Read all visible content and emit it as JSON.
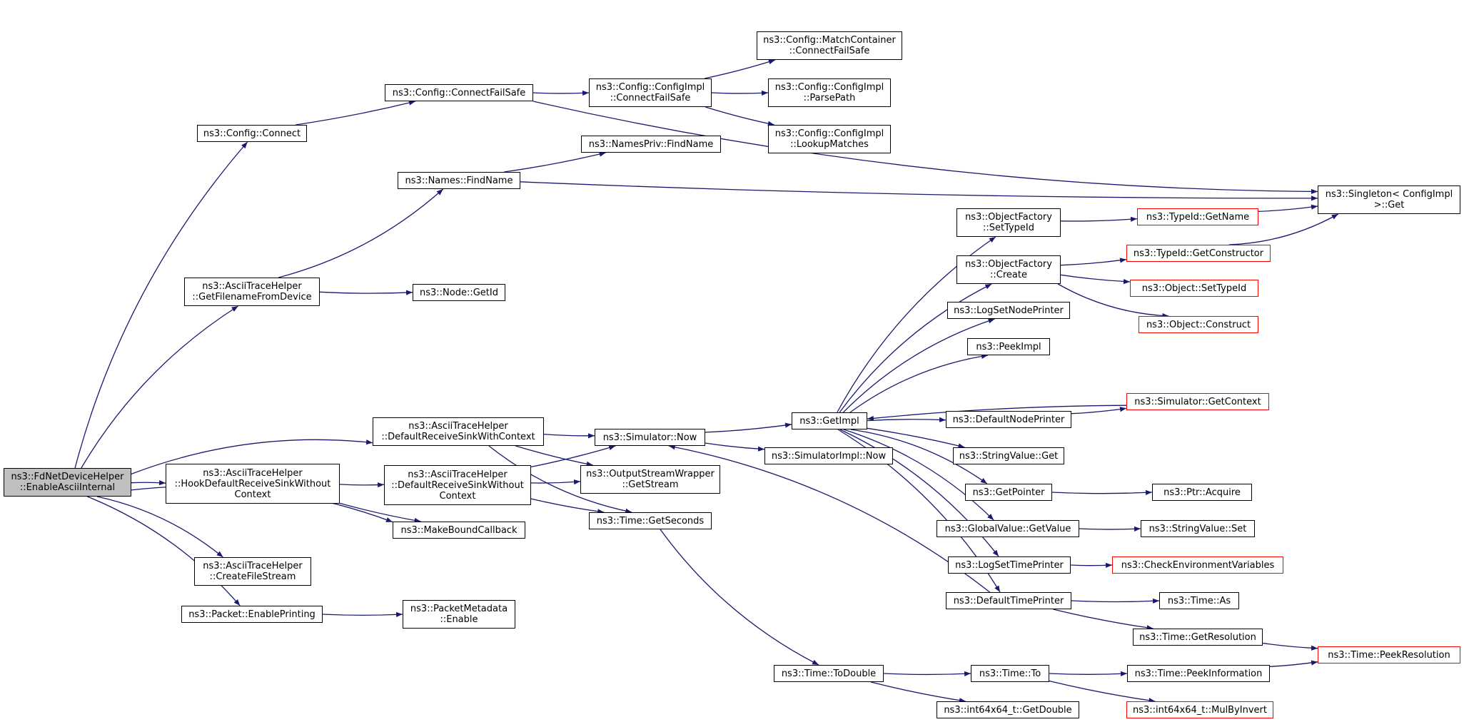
{
  "diagram": {
    "colors": {
      "edge": "#191970",
      "node_border": "#000000",
      "truncated_border": "#ff0000",
      "root_fill": "#bfbfbf"
    },
    "nodes": [
      {
        "id": "root",
        "lines": [
          "ns3::FdNetDeviceHelper",
          "::EnableAsciiInternal"
        ],
        "style": "root"
      },
      {
        "id": "config_connect",
        "lines": [
          "ns3::Config::Connect"
        ]
      },
      {
        "id": "config_connectfailsafe",
        "lines": [
          "ns3::Config::ConnectFailSafe"
        ]
      },
      {
        "id": "configimpl_connectfailsafe",
        "lines": [
          "ns3::Config::ConfigImpl",
          "::ConnectFailSafe"
        ]
      },
      {
        "id": "matchcontainer_connectfailsafe",
        "lines": [
          "ns3::Config::MatchContainer",
          "::ConnectFailSafe"
        ]
      },
      {
        "id": "configimpl_parsepath",
        "lines": [
          "ns3::Config::ConfigImpl",
          "::ParsePath"
        ]
      },
      {
        "id": "configimpl_lookupmatches",
        "lines": [
          "ns3::Config::ConfigImpl",
          "::LookupMatches"
        ]
      },
      {
        "id": "namespriv_findname",
        "lines": [
          "ns3::NamesPriv::FindName"
        ]
      },
      {
        "id": "names_findname",
        "lines": [
          "ns3::Names::FindName"
        ]
      },
      {
        "id": "singleton_get",
        "lines": [
          "ns3::Singleton< ConfigImpl",
          ">::Get"
        ]
      },
      {
        "id": "ascii_getfilename",
        "lines": [
          "ns3::AsciiTraceHelper",
          "::GetFilenameFromDevice"
        ]
      },
      {
        "id": "node_getid",
        "lines": [
          "ns3::Node::GetId"
        ]
      },
      {
        "id": "objectfactory_settypeid",
        "lines": [
          "ns3::ObjectFactory",
          "::SetTypeId"
        ]
      },
      {
        "id": "typeid_getname",
        "lines": [
          "ns3::TypeId::GetName"
        ],
        "style": "red"
      },
      {
        "id": "objectfactory_create",
        "lines": [
          "ns3::ObjectFactory",
          "::Create"
        ]
      },
      {
        "id": "typeid_getconstructor",
        "lines": [
          "ns3::TypeId::GetConstructor"
        ],
        "style": "red"
      },
      {
        "id": "object_settypeid",
        "lines": [
          "ns3::Object::SetTypeId"
        ],
        "style": "red"
      },
      {
        "id": "object_construct",
        "lines": [
          "ns3::Object::Construct"
        ],
        "style": "red"
      },
      {
        "id": "logsetnodeprinter",
        "lines": [
          "ns3::LogSetNodePrinter"
        ]
      },
      {
        "id": "peekimpl",
        "lines": [
          "ns3::PeekImpl"
        ]
      },
      {
        "id": "simulator_getcontext",
        "lines": [
          "ns3::Simulator::GetContext"
        ],
        "style": "red"
      },
      {
        "id": "getimpl",
        "lines": [
          "ns3::GetImpl"
        ]
      },
      {
        "id": "defaultnodeprinter",
        "lines": [
          "ns3::DefaultNodePrinter"
        ]
      },
      {
        "id": "ascii_defaultreceivesinkwithcontext",
        "lines": [
          "ns3::AsciiTraceHelper",
          "::DefaultReceiveSinkWithContext"
        ]
      },
      {
        "id": "simulator_now",
        "lines": [
          "ns3::Simulator::Now"
        ]
      },
      {
        "id": "simulatorimpl_now",
        "lines": [
          "ns3::SimulatorImpl::Now"
        ]
      },
      {
        "id": "stringvalue_get",
        "lines": [
          "ns3::StringValue::Get"
        ]
      },
      {
        "id": "ascii_hookdefault",
        "lines": [
          "ns3::AsciiTraceHelper",
          "::HookDefaultReceiveSinkWithout",
          "Context"
        ]
      },
      {
        "id": "ascii_defaultreceivesinkwithout",
        "lines": [
          "ns3::AsciiTraceHelper",
          "::DefaultReceiveSinkWithout",
          "Context"
        ]
      },
      {
        "id": "outputstreamwrapper_getstream",
        "lines": [
          "ns3::OutputStreamWrapper",
          "::GetStream"
        ]
      },
      {
        "id": "getpointer",
        "lines": [
          "ns3::GetPointer"
        ]
      },
      {
        "id": "ptr_acquire",
        "lines": [
          "ns3::Ptr::Acquire"
        ]
      },
      {
        "id": "time_getseconds",
        "lines": [
          "ns3::Time::GetSeconds"
        ]
      },
      {
        "id": "makeboundcallback",
        "lines": [
          "ns3::MakeBoundCallback"
        ]
      },
      {
        "id": "globalvalue_getvalue",
        "lines": [
          "ns3::GlobalValue::GetValue"
        ]
      },
      {
        "id": "stringvalue_set",
        "lines": [
          "ns3::StringValue::Set"
        ]
      },
      {
        "id": "ascii_createfilestream",
        "lines": [
          "ns3::AsciiTraceHelper",
          "::CreateFileStream"
        ]
      },
      {
        "id": "logsettimeprinter",
        "lines": [
          "ns3::LogSetTimePrinter"
        ]
      },
      {
        "id": "checkenvironmentvariables",
        "lines": [
          "ns3::CheckEnvironmentVariables"
        ],
        "style": "red"
      },
      {
        "id": "packet_enableprinting",
        "lines": [
          "ns3::Packet::EnablePrinting"
        ]
      },
      {
        "id": "packetmetadata_enable",
        "lines": [
          "ns3::PacketMetadata",
          "::Enable"
        ]
      },
      {
        "id": "defaulttimeprinter",
        "lines": [
          "ns3::DefaultTimePrinter"
        ]
      },
      {
        "id": "time_as",
        "lines": [
          "ns3::Time::As"
        ]
      },
      {
        "id": "time_getresolution",
        "lines": [
          "ns3::Time::GetResolution"
        ]
      },
      {
        "id": "time_peekresolution",
        "lines": [
          "ns3::Time::PeekResolution"
        ],
        "style": "red"
      },
      {
        "id": "time_todouble",
        "lines": [
          "ns3::Time::ToDouble"
        ]
      },
      {
        "id": "time_to",
        "lines": [
          "ns3::Time::To"
        ]
      },
      {
        "id": "time_peekinformation",
        "lines": [
          "ns3::Time::PeekInformation"
        ]
      },
      {
        "id": "int64_getdouble",
        "lines": [
          "ns3::int64x64_t::GetDouble"
        ]
      },
      {
        "id": "int64_mulbyinvert",
        "lines": [
          "ns3::int64x64_t::MulByInvert"
        ],
        "style": "red"
      }
    ],
    "edges": [
      [
        "root",
        "config_connect"
      ],
      [
        "root",
        "ascii_getfilename"
      ],
      [
        "root",
        "ascii_defaultreceivesinkwithcontext"
      ],
      [
        "root",
        "ascii_hookdefault"
      ],
      [
        "root",
        "makeboundcallback"
      ],
      [
        "root",
        "ascii_createfilestream"
      ],
      [
        "root",
        "packet_enableprinting"
      ],
      [
        "config_connect",
        "config_connectfailsafe"
      ],
      [
        "config_connectfailsafe",
        "configimpl_connectfailsafe"
      ],
      [
        "config_connectfailsafe",
        "singleton_get"
      ],
      [
        "configimpl_connectfailsafe",
        "matchcontainer_connectfailsafe"
      ],
      [
        "configimpl_connectfailsafe",
        "configimpl_parsepath"
      ],
      [
        "configimpl_connectfailsafe",
        "configimpl_lookupmatches"
      ],
      [
        "ascii_getfilename",
        "names_findname"
      ],
      [
        "ascii_getfilename",
        "node_getid"
      ],
      [
        "names_findname",
        "namespriv_findname"
      ],
      [
        "names_findname",
        "singleton_get"
      ],
      [
        "ascii_defaultreceivesinkwithcontext",
        "simulator_now"
      ],
      [
        "ascii_defaultreceivesinkwithcontext",
        "outputstreamwrapper_getstream"
      ],
      [
        "ascii_defaultreceivesinkwithcontext",
        "time_getseconds"
      ],
      [
        "ascii_hookdefault",
        "ascii_defaultreceivesinkwithout"
      ],
      [
        "ascii_hookdefault",
        "makeboundcallback"
      ],
      [
        "ascii_defaultreceivesinkwithout",
        "simulator_now"
      ],
      [
        "ascii_defaultreceivesinkwithout",
        "outputstreamwrapper_getstream"
      ],
      [
        "ascii_defaultreceivesinkwithout",
        "time_getseconds"
      ],
      [
        "packet_enableprinting",
        "packetmetadata_enable"
      ],
      [
        "simulator_now",
        "getimpl"
      ],
      [
        "simulator_now",
        "simulatorimpl_now"
      ],
      [
        "getimpl",
        "objectfactory_settypeid"
      ],
      [
        "getimpl",
        "objectfactory_create"
      ],
      [
        "getimpl",
        "logsetnodeprinter"
      ],
      [
        "getimpl",
        "peekimpl"
      ],
      [
        "getimpl",
        "defaultnodeprinter"
      ],
      [
        "getimpl",
        "stringvalue_get"
      ],
      [
        "getimpl",
        "getpointer"
      ],
      [
        "getimpl",
        "globalvalue_getvalue"
      ],
      [
        "getimpl",
        "logsettimeprinter"
      ],
      [
        "getimpl",
        "defaulttimeprinter"
      ],
      [
        "objectfactory_settypeid",
        "typeid_getname"
      ],
      [
        "objectfactory_create",
        "typeid_getconstructor"
      ],
      [
        "objectfactory_create",
        "object_settypeid"
      ],
      [
        "objectfactory_create",
        "object_construct"
      ],
      [
        "typeid_getname",
        "singleton_get"
      ],
      [
        "typeid_getconstructor",
        "singleton_get"
      ],
      [
        "simulator_getcontext",
        "getimpl"
      ],
      [
        "defaultnodeprinter",
        "simulator_getcontext"
      ],
      [
        "getpointer",
        "ptr_acquire"
      ],
      [
        "globalvalue_getvalue",
        "stringvalue_set"
      ],
      [
        "logsettimeprinter",
        "checkenvironmentvariables"
      ],
      [
        "defaulttimeprinter",
        "simulator_now"
      ],
      [
        "defaulttimeprinter",
        "time_as"
      ],
      [
        "defaulttimeprinter",
        "time_getresolution"
      ],
      [
        "time_getresolution",
        "time_peekresolution"
      ],
      [
        "time_getseconds",
        "time_todouble"
      ],
      [
        "time_todouble",
        "time_to"
      ],
      [
        "time_todouble",
        "int64_getdouble"
      ],
      [
        "time_to",
        "time_peekinformation"
      ],
      [
        "time_to",
        "int64_mulbyinvert"
      ],
      [
        "time_peekinformation",
        "time_peekresolution"
      ]
    ]
  }
}
